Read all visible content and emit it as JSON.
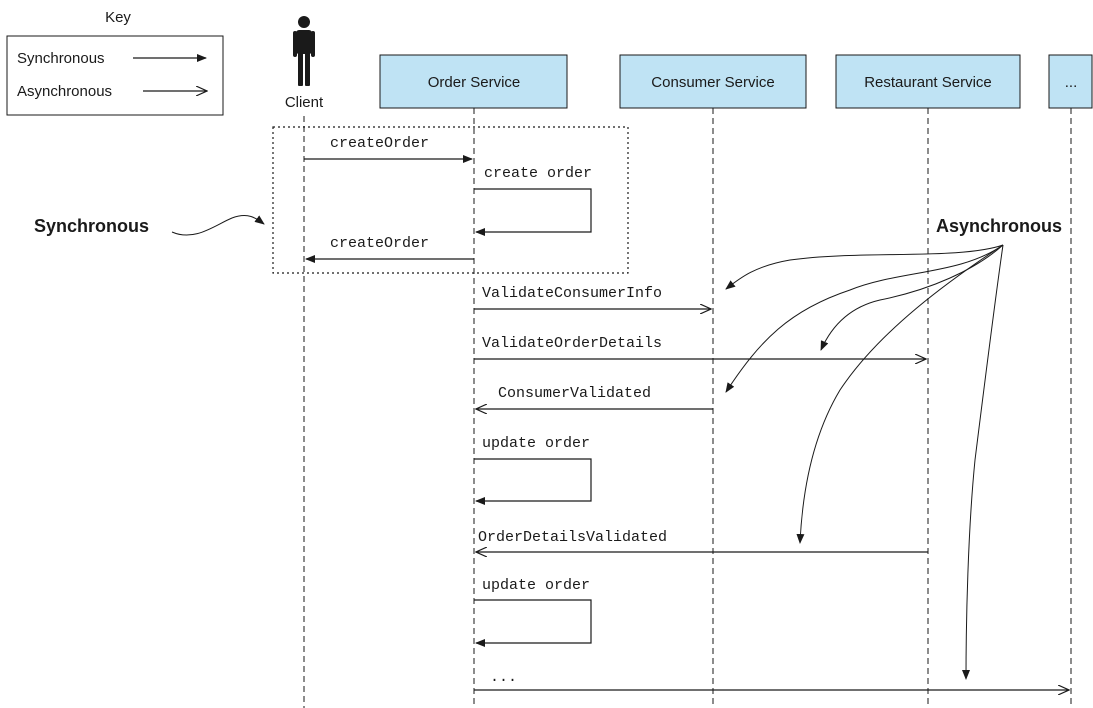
{
  "key": {
    "title": "Key",
    "sync_label": "Synchronous",
    "async_label": "Asynchronous"
  },
  "participants": {
    "client": "Client",
    "order_service": "Order Service",
    "consumer_service": "Consumer Service",
    "restaurant_service": "Restaurant Service",
    "more": "..."
  },
  "annotations": {
    "synchronous": "Synchronous",
    "asynchronous": "Asynchronous"
  },
  "messages": {
    "create_order_request": "createOrder",
    "create_order_self": "create order",
    "create_order_response": "createOrder",
    "validate_consumer_info": "ValidateConsumerInfo",
    "validate_order_details": "ValidateOrderDetails",
    "consumer_validated": "ConsumerValidated",
    "update_order_1": "update order",
    "order_details_validated": "OrderDetailsValidated",
    "update_order_2": "update order",
    "more": "..."
  },
  "colors": {
    "participant_fill": "#bfe3f4",
    "line": "#1a1a1a"
  }
}
